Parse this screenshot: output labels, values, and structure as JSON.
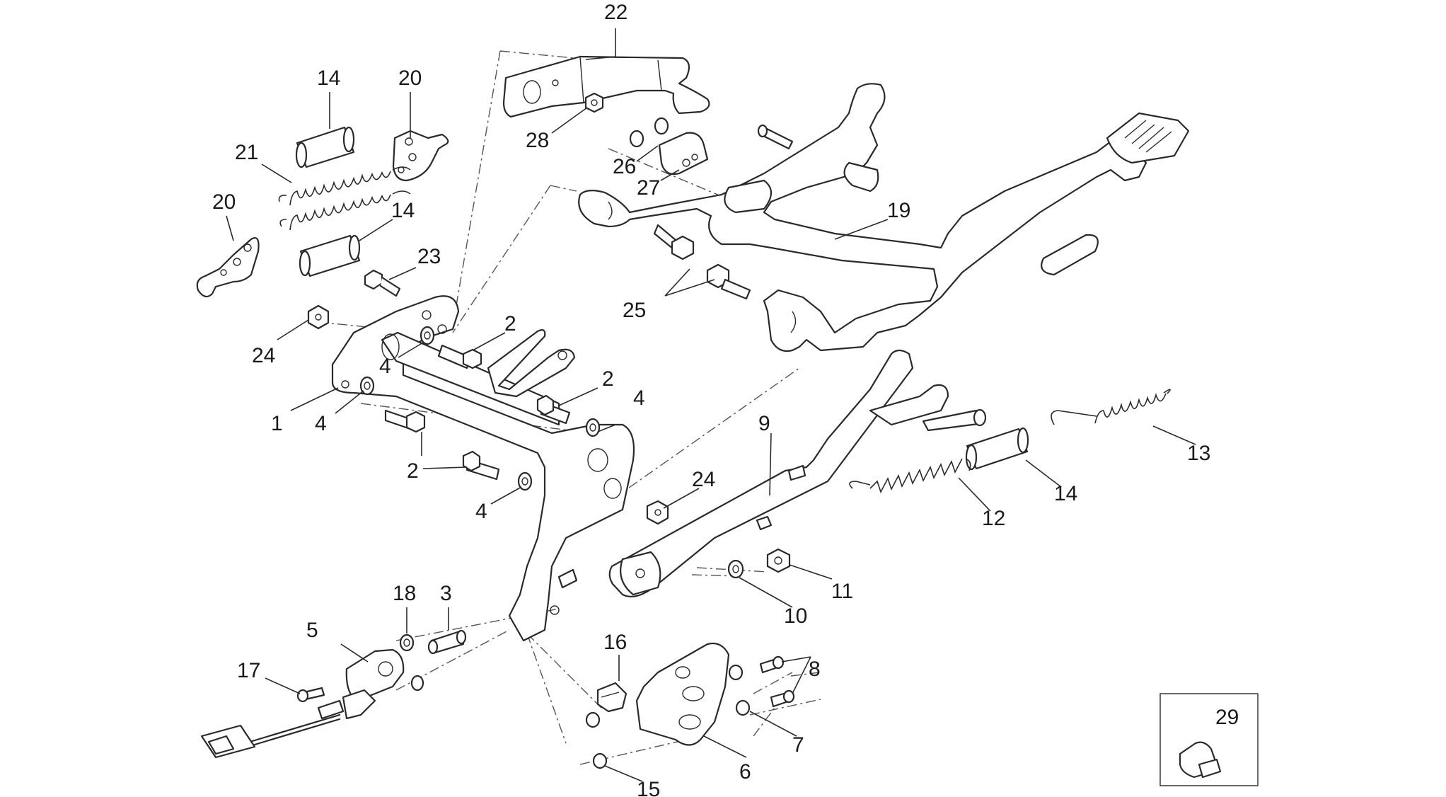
{
  "diagram": {
    "callouts": [
      {
        "id": "c22",
        "text": "22"
      },
      {
        "id": "c14a",
        "text": "14"
      },
      {
        "id": "c20a",
        "text": "20"
      },
      {
        "id": "c28",
        "text": "28"
      },
      {
        "id": "c21",
        "text": "21"
      },
      {
        "id": "c26",
        "text": "26"
      },
      {
        "id": "c20b",
        "text": "20"
      },
      {
        "id": "c27",
        "text": "27"
      },
      {
        "id": "c14b",
        "text": "14"
      },
      {
        "id": "c19",
        "text": "19"
      },
      {
        "id": "c23",
        "text": "23"
      },
      {
        "id": "c25",
        "text": "25"
      },
      {
        "id": "c2a",
        "text": "2"
      },
      {
        "id": "c24a",
        "text": "24"
      },
      {
        "id": "c4a",
        "text": "4"
      },
      {
        "id": "c2b",
        "text": "2"
      },
      {
        "id": "c4b",
        "text": "4"
      },
      {
        "id": "c1",
        "text": "1"
      },
      {
        "id": "c4c",
        "text": "4"
      },
      {
        "id": "c9",
        "text": "9"
      },
      {
        "id": "c13",
        "text": "13"
      },
      {
        "id": "c2c",
        "text": "2"
      },
      {
        "id": "c24b",
        "text": "24"
      },
      {
        "id": "c14c",
        "text": "14"
      },
      {
        "id": "c4d",
        "text": "4"
      },
      {
        "id": "c12",
        "text": "12"
      },
      {
        "id": "c18",
        "text": "18"
      },
      {
        "id": "c3",
        "text": "3"
      },
      {
        "id": "c11",
        "text": "11"
      },
      {
        "id": "c10",
        "text": "10"
      },
      {
        "id": "c5",
        "text": "5"
      },
      {
        "id": "c16",
        "text": "16"
      },
      {
        "id": "c8",
        "text": "8"
      },
      {
        "id": "c17",
        "text": "17"
      },
      {
        "id": "c29",
        "text": "29"
      },
      {
        "id": "c7",
        "text": "7"
      },
      {
        "id": "c6",
        "text": "6"
      },
      {
        "id": "c15",
        "text": "15"
      }
    ]
  }
}
